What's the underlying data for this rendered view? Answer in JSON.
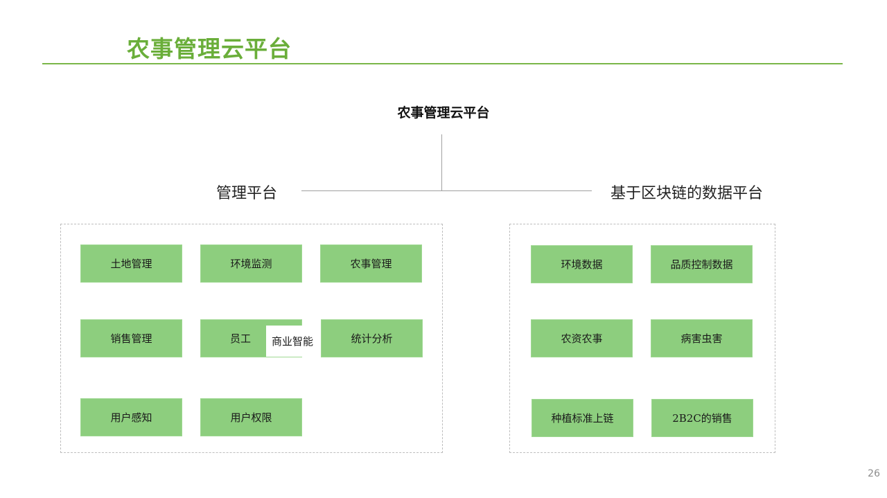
{
  "slide": {
    "title": "农事管理云平台",
    "page_number": "26",
    "colors": {
      "title": "#6aae3a",
      "rule": "#7ab648",
      "node_fill": "#8dce7e",
      "connector": "#a0a0a0",
      "panel_border": "#bdbdbd"
    }
  },
  "diagram": {
    "root": "农事管理云平台",
    "left_branch": {
      "label": "管理平台",
      "nodes": [
        "土地管理",
        "环境监测",
        "农事管理",
        "销售管理",
        "员工",
        "统计分析",
        "用户感知",
        "用户权限"
      ],
      "overlap_label": "商业智能"
    },
    "right_branch": {
      "label": "基于区块链的数据平台",
      "nodes": [
        "环境数据",
        "品质控制数据",
        "农资农事",
        "病害虫害",
        "种植标准上链",
        "2B2C的销售"
      ]
    }
  }
}
